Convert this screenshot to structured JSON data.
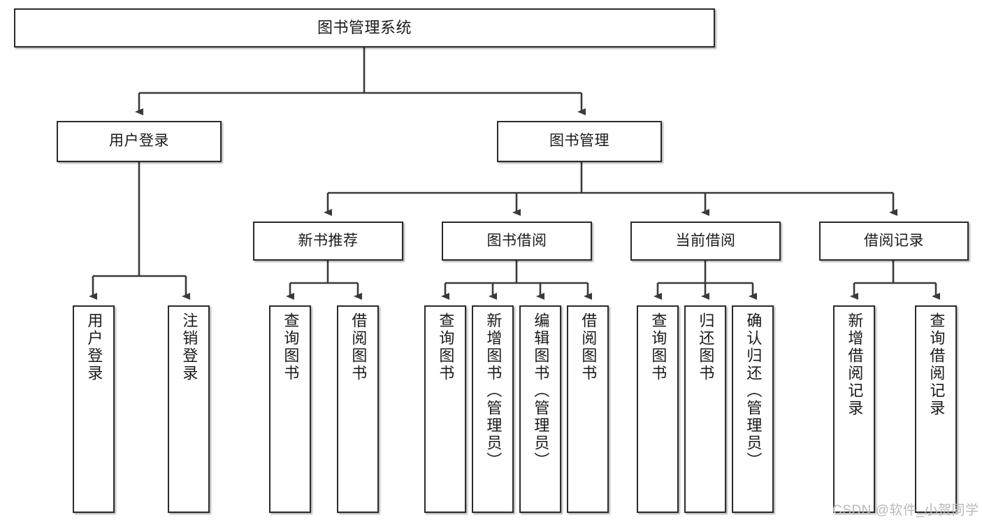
{
  "diagram": {
    "type": "tree-hierarchy-chart",
    "title": "图书管理系统",
    "watermark": "CSDN @软件_小贺同学",
    "colors": {
      "box_border": "#2b2b2b",
      "box_fill": "#ffffff",
      "connector": "#3a3a3a",
      "text": "#1a1a1a",
      "watermark": "#b9b9b9"
    },
    "levels": {
      "root": {
        "label": "图书管理系统"
      },
      "level2": [
        {
          "label": "用户登录"
        },
        {
          "label": "图书管理"
        }
      ],
      "level3": [
        {
          "label": "新书推荐"
        },
        {
          "label": "图书借阅"
        },
        {
          "label": "当前借阅"
        },
        {
          "label": "借阅记录"
        }
      ],
      "leaves": {
        "user_login": [
          {
            "label": "用户登录"
          },
          {
            "label": "注销登录"
          }
        ],
        "new_book_recommend": [
          {
            "label": "查询图书"
          },
          {
            "label": "借阅图书"
          }
        ],
        "book_borrow": [
          {
            "label": "查询图书"
          },
          {
            "label": "新增图书（管理员）"
          },
          {
            "label": "编辑图书（管理员）"
          },
          {
            "label": "借阅图书"
          }
        ],
        "current_borrow": [
          {
            "label": "查询图书"
          },
          {
            "label": "归还图书"
          },
          {
            "label": "确认归还（管理员）"
          }
        ],
        "borrow_records": [
          {
            "label": "新增借阅记录"
          },
          {
            "label": "查询借阅记录"
          }
        ]
      }
    }
  }
}
